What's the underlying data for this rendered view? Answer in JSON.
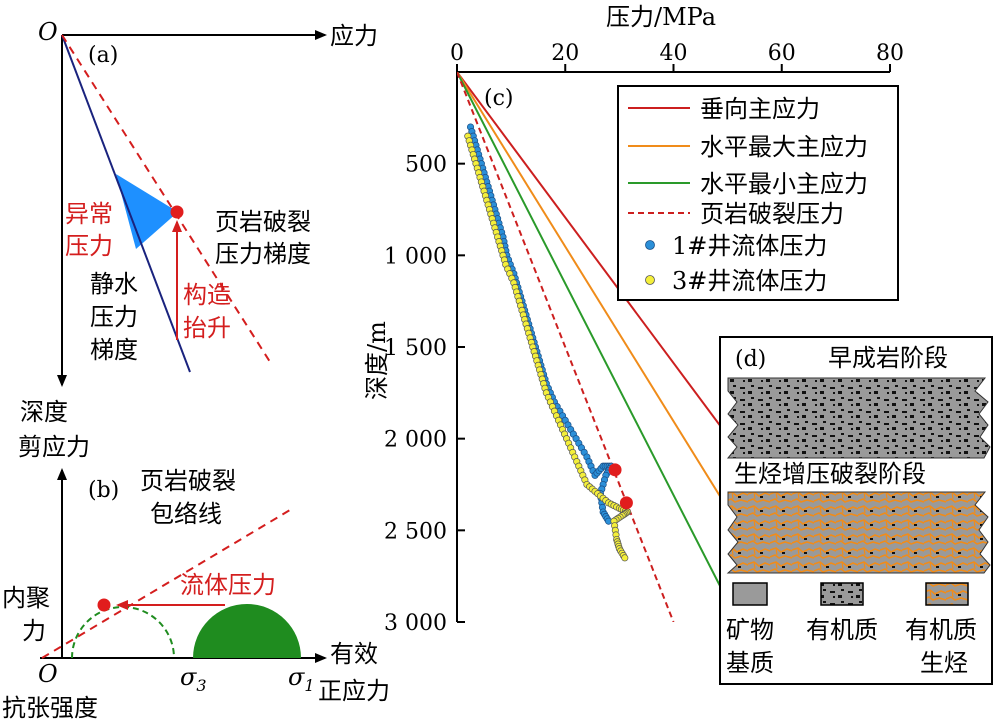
{
  "panel_a": {
    "tag": "(a)",
    "origin": "O",
    "x_axis_label": "应力",
    "y_axis_label": "深度",
    "abnormal_pressure_line1": "异常",
    "abnormal_pressure_line2": "压力",
    "shale_frac_gradient_line1": "页岩破裂",
    "shale_frac_gradient_line2": "压力梯度",
    "hydrostatic_line1": "静水",
    "hydrostatic_line2": "压力",
    "hydrostatic_line3": "梯度",
    "uplift_line1": "构造",
    "uplift_line2": "抬升"
  },
  "panel_b": {
    "tag": "(b)",
    "y_axis_label": "剪应力",
    "envelope_line1": "页岩破裂",
    "envelope_line2": "包络线",
    "fluid_pressure": "流体压力",
    "cohesion_line1": "内聚",
    "cohesion_line2": "力",
    "origin": "O",
    "tensile_strength": "抗张强度",
    "sigma3": "σ",
    "sigma3_sub": "3",
    "sigma1": "σ",
    "sigma1_sub": "1",
    "x_axis_line1": "有效",
    "x_axis_line2": "正应力"
  },
  "panel_c": {
    "tag": "(c)",
    "x_title": "压力/MPa",
    "y_title": "深度/m",
    "x_ticks": [
      "0",
      "20",
      "40",
      "60",
      "80"
    ],
    "y_ticks": [
      "500",
      "1 000",
      "1 500",
      "2 000",
      "2 500",
      "3 000"
    ],
    "legend": [
      {
        "label": "垂向主应力",
        "color": "#cc1f1f",
        "style": "solid"
      },
      {
        "label": "水平最大主应力",
        "color": "#f08c1a",
        "style": "solid"
      },
      {
        "label": "水平最小主应力",
        "color": "#2a9a2a",
        "style": "solid"
      },
      {
        "label": "页岩破裂压力",
        "color": "#cc1f1f",
        "style": "dashed"
      },
      {
        "label": "1#井流体压力",
        "color": "#2b8fd8",
        "style": "marker"
      },
      {
        "label": "3#井流体压力",
        "color": "#f4ef3a",
        "style": "marker"
      }
    ]
  },
  "panel_d": {
    "tag": "(d)",
    "stage1": "早成岩阶段",
    "stage2": "生烃增压破裂阶段",
    "key1_line1": "矿物",
    "key1_line2": "基质",
    "key2": "有机质",
    "key3_line1": "有机质",
    "key3_line2": "生烃"
  },
  "colors": {
    "axis": "#000000",
    "navy": "#1a237e",
    "red": "#d41e1e",
    "blue_wedge": "#1e90ff",
    "green_semicircle": "#1f8c1f",
    "gray": "#9a9a9a"
  },
  "chart_data": {
    "type": "scatter",
    "xlabel": "压力/MPa",
    "ylabel": "深度/m",
    "xlim": [
      0,
      80
    ],
    "ylim": [
      3000,
      0
    ],
    "lines": [
      {
        "name": "垂向主应力",
        "x": [
          0,
          75.6
        ],
        "y": [
          0,
          3000
        ]
      },
      {
        "name": "水平最大主应力",
        "x": [
          0,
          63.0
        ],
        "y": [
          0,
          3000
        ]
      },
      {
        "name": "水平最小主应力",
        "x": [
          0,
          52.0
        ],
        "y": [
          0,
          3000
        ]
      },
      {
        "name": "页岩破裂压力",
        "x": [
          0,
          40.0
        ],
        "y": [
          0,
          3000
        ]
      }
    ],
    "series": [
      {
        "name": "1#井流体压力",
        "x": [
          2.5,
          3.5,
          4.5,
          5.5,
          6.5,
          7.5,
          8.5,
          9.2,
          10.5,
          11.5,
          12.5,
          13.5,
          14.5,
          15.5,
          16.5,
          18.0,
          20.0,
          22.0,
          24.0,
          25.5,
          27.0,
          28.5,
          27.5,
          26.5,
          27.0,
          28.0
        ],
        "y": [
          300,
          400,
          500,
          600,
          700,
          800,
          900,
          1000,
          1100,
          1200,
          1300,
          1400,
          1500,
          1600,
          1700,
          1800,
          1900,
          2000,
          2100,
          2200,
          2150,
          2150,
          2200,
          2300,
          2400,
          2450
        ]
      },
      {
        "name": "3#井流体压力",
        "x": [
          2.0,
          3.0,
          4.0,
          5.0,
          6.0,
          7.0,
          8.0,
          9.0,
          10.5,
          11.5,
          12.5,
          13.5,
          14.5,
          15.5,
          16.5,
          18.0,
          19.5,
          21.0,
          22.5,
          24.0,
          26.0,
          28.0,
          30.0,
          31.5,
          30.5,
          29.0,
          29.5,
          30.0,
          31.0
        ],
        "y": [
          350,
          450,
          550,
          650,
          750,
          850,
          950,
          1050,
          1150,
          1250,
          1350,
          1450,
          1550,
          1650,
          1750,
          1850,
          1950,
          2050,
          2150,
          2250,
          2300,
          2350,
          2380,
          2400,
          2420,
          2450,
          2550,
          2600,
          2650
        ]
      }
    ],
    "fracture_points": [
      {
        "x": 29.2,
        "y": 2170
      },
      {
        "x": 31.3,
        "y": 2350
      }
    ]
  }
}
